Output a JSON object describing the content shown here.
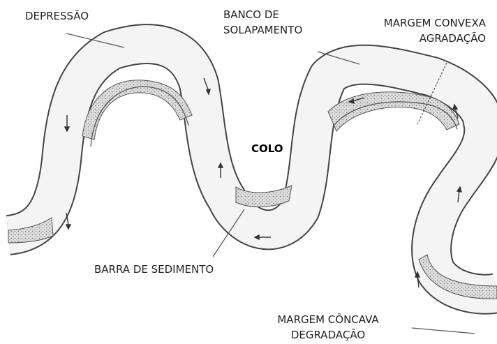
{
  "labels": {
    "depressao": "DEPRESSÃO",
    "banco": {
      "line1": "BANCO DE",
      "line2": "SOLAPAMENTO"
    },
    "margem_convexa": {
      "line1": "MARGEM CONVEXA",
      "line2": "AGRADAÇÃO"
    },
    "colo": "COLO",
    "barra": "BARRA DE SEDIMENTO",
    "margem_concava": {
      "line1": "MARGEM CÔNCAVA",
      "line2": "DEGRADAÇÃO"
    }
  },
  "colors": {
    "channel_fill": "#f4f4f4",
    "outline": "#444444",
    "sediment_fill": "#d9d9d9",
    "leader": "#555555",
    "background": "#ffffff"
  },
  "icons": [
    "flow-arrow-icon"
  ]
}
